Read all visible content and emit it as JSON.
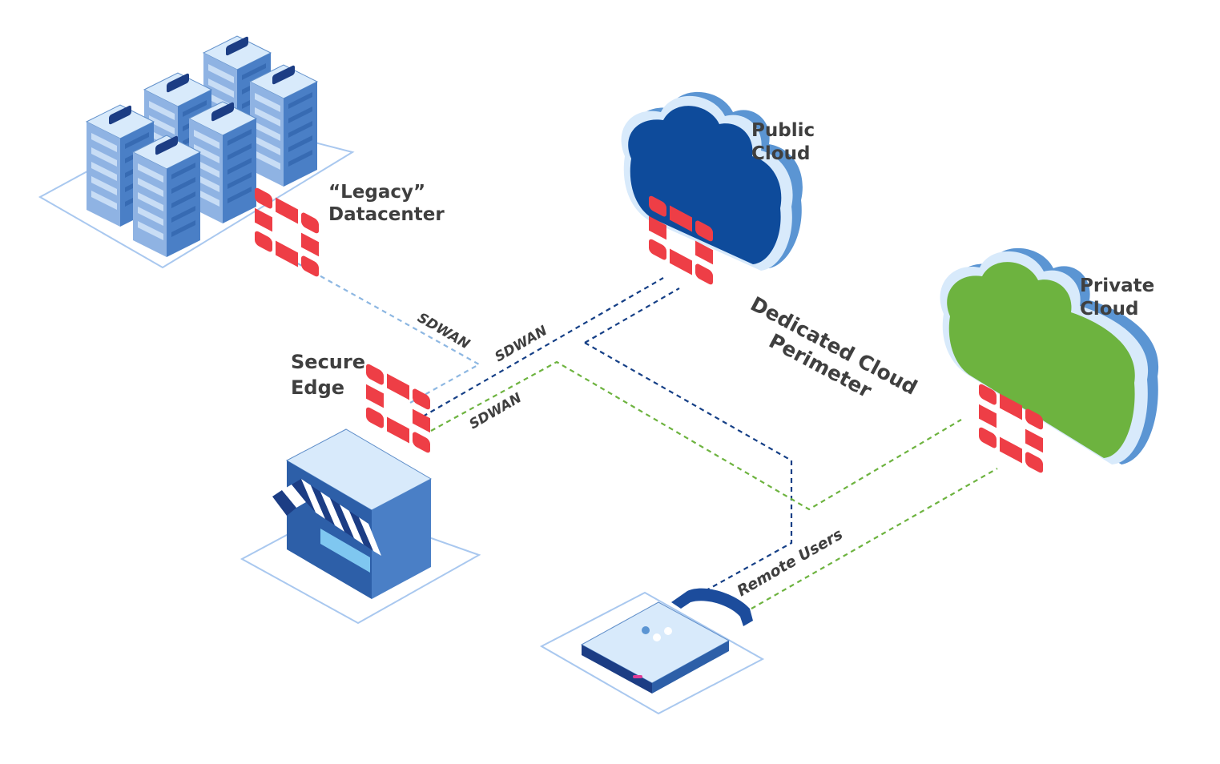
{
  "colors": {
    "firewall": "#ee3e46",
    "link_light": "#8db7e2",
    "link_navy": "#153f86",
    "link_green": "#6db33f",
    "public_cloud": "#0e4b9b",
    "private_cloud": "#6db33f",
    "label": "#3f3f3f",
    "platform": "#a9c8ef"
  },
  "nodes": {
    "datacenter": {
      "line1": "“Legacy”",
      "line2": "Datacenter",
      "icon": "server-rack-icon"
    },
    "public_cloud": {
      "line1": "Public",
      "line2": "Cloud",
      "icon": "cloud-icon"
    },
    "private_cloud": {
      "line1": "Private",
      "line2": "Cloud",
      "icon": "cloud-icon"
    },
    "secure_edge": {
      "line1": "Secure",
      "line2": "Edge",
      "icon": "storefront-icon"
    },
    "perimeter": {
      "line1": "Dedicated Cloud",
      "line2": "Perimeter"
    },
    "remote_users": {
      "label": "Remote Users",
      "icon": "padlock-icon"
    }
  },
  "links": {
    "dc_edge": "SDWAN",
    "public_edge": "SDWAN",
    "private_edge": "SDWAN"
  }
}
